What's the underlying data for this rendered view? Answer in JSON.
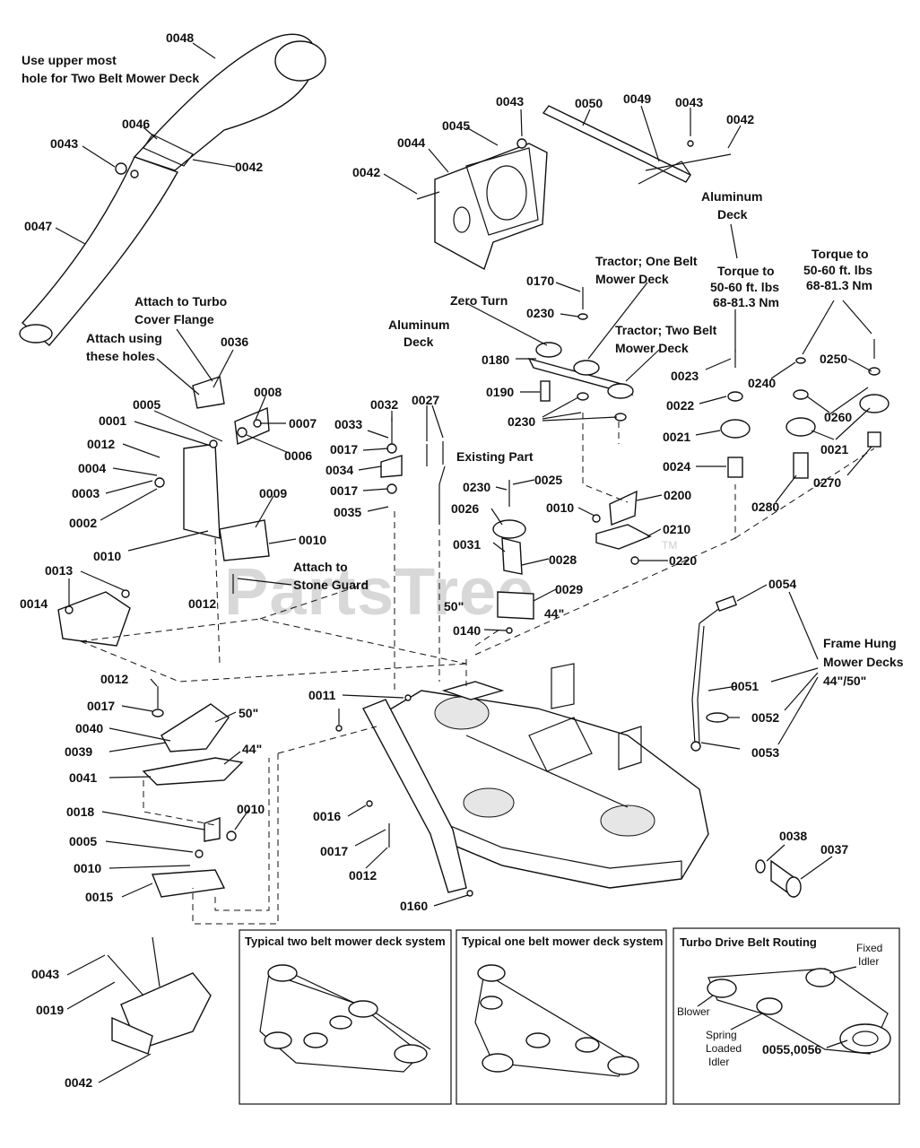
{
  "watermark": {
    "text": "PartsTree",
    "tm": "TM"
  },
  "parts": [
    {
      "id": "p0048",
      "t": "0048"
    },
    {
      "id": "p0043a",
      "t": "0043"
    },
    {
      "id": "p0046",
      "t": "0046"
    },
    {
      "id": "p0042a",
      "t": "0042"
    },
    {
      "id": "p0047",
      "t": "0047"
    },
    {
      "id": "p0043b",
      "t": "0043"
    },
    {
      "id": "p0045",
      "t": "0045"
    },
    {
      "id": "p0044",
      "t": "0044"
    },
    {
      "id": "p0042b",
      "t": "0042"
    },
    {
      "id": "p0050",
      "t": "0050"
    },
    {
      "id": "p0049",
      "t": "0049"
    },
    {
      "id": "p0043c",
      "t": "0043"
    },
    {
      "id": "p0042c",
      "t": "0042"
    },
    {
      "id": "p0036",
      "t": "0036"
    },
    {
      "id": "p0005a",
      "t": "0005"
    },
    {
      "id": "p0001",
      "t": "0001"
    },
    {
      "id": "p0012a",
      "t": "0012"
    },
    {
      "id": "p0004",
      "t": "0004"
    },
    {
      "id": "p0003",
      "t": "0003"
    },
    {
      "id": "p0002",
      "t": "0002"
    },
    {
      "id": "p0008",
      "t": "0008"
    },
    {
      "id": "p0007",
      "t": "0007"
    },
    {
      "id": "p0006",
      "t": "0006"
    },
    {
      "id": "p0009",
      "t": "0009"
    },
    {
      "id": "p0010a",
      "t": "0010"
    },
    {
      "id": "p0010b",
      "t": "0010"
    },
    {
      "id": "p0012b",
      "t": "0012"
    },
    {
      "id": "p0013",
      "t": "0013"
    },
    {
      "id": "p0014",
      "t": "0014"
    },
    {
      "id": "p0032",
      "t": "0032"
    },
    {
      "id": "p0033",
      "t": "0033"
    },
    {
      "id": "p0017a",
      "t": "0017"
    },
    {
      "id": "p0034",
      "t": "0034"
    },
    {
      "id": "p0017b",
      "t": "0017"
    },
    {
      "id": "p0035",
      "t": "0035"
    },
    {
      "id": "p0027",
      "t": "0027"
    },
    {
      "id": "p0170",
      "t": "0170"
    },
    {
      "id": "p0230a",
      "t": "0230"
    },
    {
      "id": "p0180",
      "t": "0180"
    },
    {
      "id": "p0190",
      "t": "0190"
    },
    {
      "id": "p0230b",
      "t": "0230"
    },
    {
      "id": "p0230c",
      "t": "0230"
    },
    {
      "id": "p0025",
      "t": "0025"
    },
    {
      "id": "p0026",
      "t": "0026"
    },
    {
      "id": "p0031",
      "t": "0031"
    },
    {
      "id": "p0028",
      "t": "0028"
    },
    {
      "id": "p0029",
      "t": "0029"
    },
    {
      "id": "p0140",
      "t": "0140"
    },
    {
      "id": "p0010c",
      "t": "0010"
    },
    {
      "id": "p0200",
      "t": "0200"
    },
    {
      "id": "p0210",
      "t": "0210"
    },
    {
      "id": "p0220",
      "t": "0220"
    },
    {
      "id": "p0023",
      "t": "0023"
    },
    {
      "id": "p0022",
      "t": "0022"
    },
    {
      "id": "p0021a",
      "t": "0021"
    },
    {
      "id": "p0024",
      "t": "0024"
    },
    {
      "id": "p0240",
      "t": "0240"
    },
    {
      "id": "p0250",
      "t": "0250"
    },
    {
      "id": "p0260",
      "t": "0260"
    },
    {
      "id": "p0021b",
      "t": "0021"
    },
    {
      "id": "p0280",
      "t": "0280"
    },
    {
      "id": "p0270",
      "t": "0270"
    },
    {
      "id": "p0054",
      "t": "0054"
    },
    {
      "id": "p0051",
      "t": "0051"
    },
    {
      "id": "p0052",
      "t": "0052"
    },
    {
      "id": "p0053",
      "t": "0053"
    },
    {
      "id": "p0012c",
      "t": "0012"
    },
    {
      "id": "p0017c",
      "t": "0017"
    },
    {
      "id": "p0040",
      "t": "0040"
    },
    {
      "id": "p0039",
      "t": "0039"
    },
    {
      "id": "p0041",
      "t": "0041"
    },
    {
      "id": "p0018",
      "t": "0018"
    },
    {
      "id": "p0010d",
      "t": "0010"
    },
    {
      "id": "p0005b",
      "t": "0005"
    },
    {
      "id": "p0010e",
      "t": "0010"
    },
    {
      "id": "p0015",
      "t": "0015"
    },
    {
      "id": "p0011",
      "t": "0011"
    },
    {
      "id": "p0016",
      "t": "0016"
    },
    {
      "id": "p0017d",
      "t": "0017"
    },
    {
      "id": "p0012d",
      "t": "0012"
    },
    {
      "id": "p0160",
      "t": "0160"
    },
    {
      "id": "p0038",
      "t": "0038"
    },
    {
      "id": "p0037",
      "t": "0037"
    },
    {
      "id": "p0043d",
      "t": "0043"
    },
    {
      "id": "p0019",
      "t": "0019"
    },
    {
      "id": "p0042d",
      "t": "0042"
    }
  ],
  "notes": {
    "upper_hole_1": "Use upper most",
    "upper_hole_2": "hole for Two Belt Mower Deck",
    "attach_turbo_1": "Attach to Turbo",
    "attach_turbo_2": "Cover Flange",
    "attach_holes_1": "Attach using",
    "attach_holes_2": "these holes",
    "alum_deck_a_1": "Aluminum",
    "alum_deck_a_2": "Deck",
    "alum_deck_b_1": "Aluminum",
    "alum_deck_b_2": "Deck",
    "zero_turn": "Zero Turn",
    "tractor_one_1": "Tractor; One Belt",
    "tractor_one_2": "Mower Deck",
    "tractor_two_1": "Tractor; Two Belt",
    "tractor_two_2": "Mower Deck",
    "torque_a_1": "Torque to",
    "torque_a_2": "50-60 ft. lbs",
    "torque_a_3": "68-81.3 Nm",
    "torque_b_1": "Torque to",
    "torque_b_2": "50-60 ft. lbs",
    "torque_b_3": "68-81.3 Nm",
    "existing_part": "Existing Part",
    "attach_stone_1": "Attach to",
    "attach_stone_2": "Stone Guard",
    "size_50_a": "50\"",
    "size_44_a": "44\"",
    "size_50_b": "50\"",
    "size_44_b": "44\"",
    "frame_hung_1": "Frame Hung",
    "frame_hung_2": "Mower Decks",
    "frame_hung_3": "44\"/50\""
  },
  "insets": {
    "two_belt_title": "Typical two belt mower deck system",
    "one_belt_title": "Typical one belt mower deck system",
    "turbo_title": "Turbo Drive Belt Routing",
    "turbo_labels": {
      "fixed_1": "Fixed",
      "fixed_2": "Idler",
      "blower": "Blower",
      "spring_1": "Spring",
      "spring_2": "Loaded",
      "spring_3": "Idler",
      "pulley": "0055,0056"
    }
  }
}
